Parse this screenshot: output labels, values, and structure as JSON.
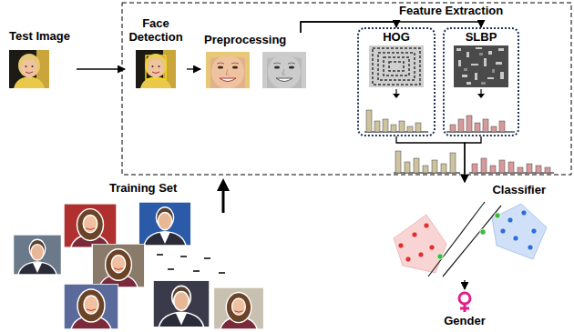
{
  "diagram": {
    "nodes": [
      {
        "text": [
          "Test Image"
        ]
      },
      {
        "text": [
          "Face Detection"
        ]
      },
      {
        "text": [
          "Preprocessing"
        ]
      },
      {
        "text": [
          "HOG"
        ]
      },
      {
        "text": [
          "SLBP"
        ]
      },
      {
        "text": [
          "Classifier"
        ]
      },
      {
        "text": [
          "Gender"
        ]
      },
      {
        "text": [
          "Training Set"
        ]
      }
    ],
    "edges": [
      {
        "from": 0,
        "to": 1,
        "arrow": "to"
      },
      {
        "from": 1,
        "to": 2,
        "arrow": "to"
      },
      {
        "from": 2,
        "to": 3,
        "arrow": "to"
      },
      {
        "from": 2,
        "to": 4,
        "arrow": "to"
      },
      {
        "from": 3,
        "to": 5,
        "arrow": "to"
      },
      {
        "from": 4,
        "to": 5,
        "arrow": "to"
      },
      {
        "from": 5,
        "to": 6,
        "arrow": "to"
      }
    ],
    "labels": [
      "Feature Extraction"
    ]
  }
}
